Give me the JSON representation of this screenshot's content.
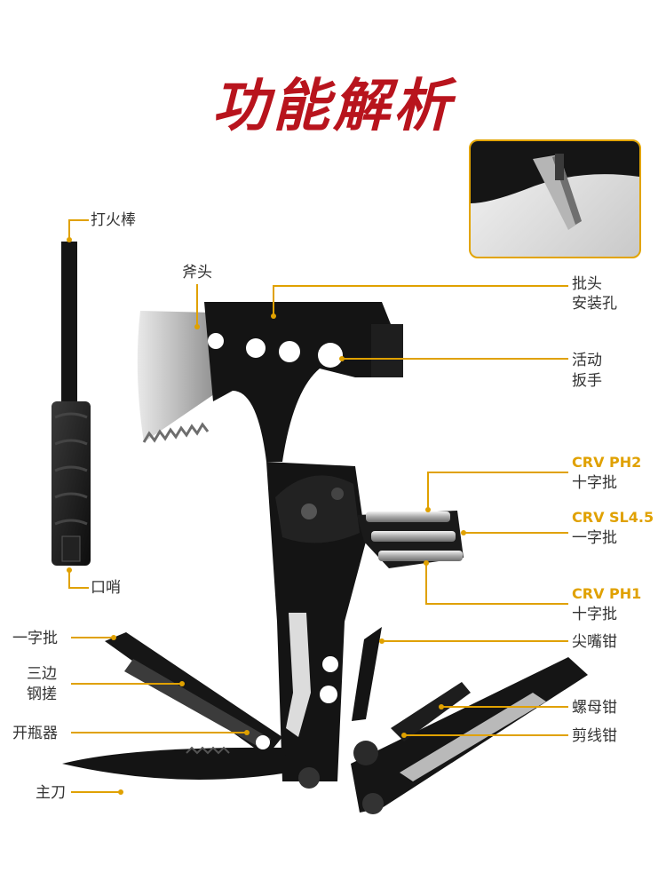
{
  "title": "功能解析",
  "colors": {
    "title": "#b8141d",
    "leader": "#e0a100",
    "tool": "#1b1b1b"
  },
  "labels": {
    "fire_rod": "打火棒",
    "axe_head": "斧头",
    "bit_hole_1": "批头",
    "bit_hole_2": "安装孔",
    "wrench_1": "活动",
    "wrench_2": "扳手",
    "ph2_code": "CRV PH2",
    "ph2_name": "十字批",
    "sl_code": "CRV SL4.5",
    "sl_name": "一字批",
    "ph1_code": "CRV PH1",
    "ph1_name": "十字批",
    "whistle": "口哨",
    "flat_driver": "一字批",
    "file_1": "三边",
    "file_2": "钢搓",
    "bottle_opener": "开瓶器",
    "main_knife": "主刀",
    "needle_pliers": "尖嘴钳",
    "nut_pliers": "螺母钳",
    "wire_cutter": "剪线钳"
  }
}
